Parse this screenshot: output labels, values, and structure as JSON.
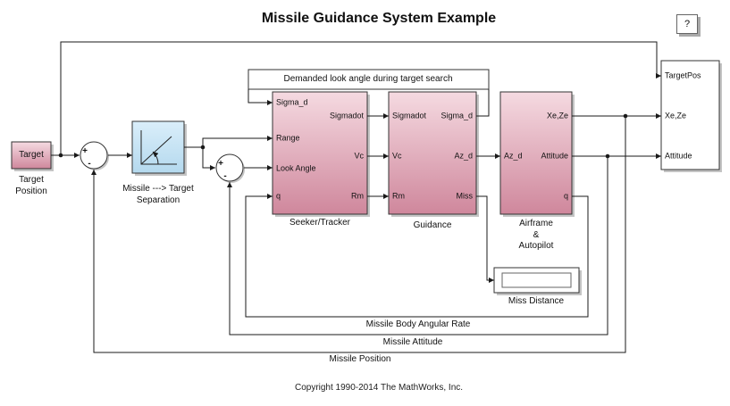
{
  "title": "Missile Guidance System Example",
  "help_button_label": "?",
  "annotation_text": "Demanded look angle during target search",
  "copyright": "Copyright 1990-2014 The MathWorks, Inc.",
  "sum_signs": {
    "plus": "+",
    "minus": "-"
  },
  "wire_labels": {
    "body_rate": "Missile Body Angular Rate",
    "attitude": "Missile Attitude",
    "position": "Missile Position"
  },
  "blocks": {
    "target": {
      "label": "Target",
      "caption": "Target\nPosition"
    },
    "separation": {
      "caption": "Missile ---> Target\nSeparation"
    },
    "seeker": {
      "caption": "Seeker/Tracker",
      "inputs": [
        "Sigma_d",
        "Range",
        "Look Angle",
        "q"
      ],
      "outputs": [
        "Sigmadot",
        "Vc",
        "Rm"
      ]
    },
    "guidance": {
      "caption": "Guidance",
      "inputs": [
        "Sigmadot",
        "Vc",
        "Rm"
      ],
      "outputs": [
        "Sigma_d",
        "Az_d",
        "Miss"
      ]
    },
    "airframe": {
      "caption": "Airframe\n&\nAutopilot",
      "inputs": [
        "Az_d"
      ],
      "outputs": [
        "Xe,Ze",
        "Attitude",
        "q"
      ]
    },
    "position_scope": {
      "inputs": [
        "TargetPos",
        "Xe,Ze",
        "Attitude"
      ]
    },
    "miss_distance": {
      "caption": "Miss Distance",
      "value": ""
    }
  },
  "colors": {
    "block_pink_top": "#f5dae1",
    "block_pink_bottom": "#cf879c",
    "block_blue_top": "#daeefa",
    "block_blue_bottom": "#b4d9ee",
    "wire": "#1a1a1a",
    "shadow": "#c4c4c4"
  }
}
